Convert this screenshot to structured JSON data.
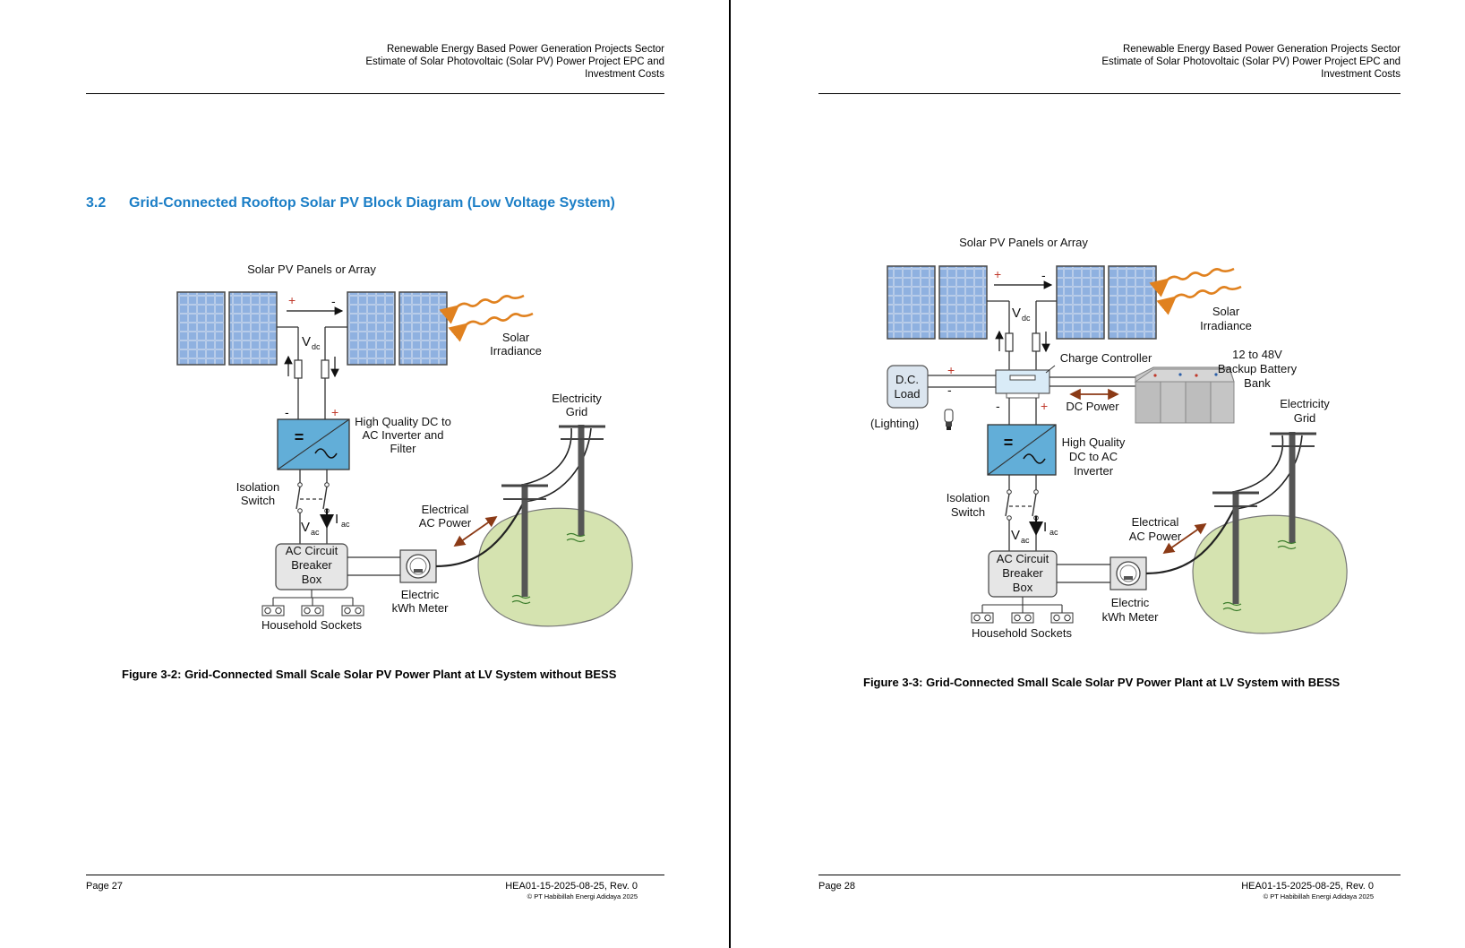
{
  "header": {
    "line1": "Renewable Energy Based Power Generation Projects Sector",
    "line2": "Estimate of Solar Photovoltaic (Solar PV) Power Project EPC and",
    "line3": "Investment Costs"
  },
  "left_page": {
    "section_number": "3.2",
    "section_title": "Grid-Connected Rooftop Solar PV Block Diagram (Low Voltage System)",
    "diagram": {
      "panels_label": "Solar PV Panels or Array",
      "plus": "+",
      "minus": "-",
      "vdc": "V",
      "vdc_sub": "dc",
      "irradiance_1": "Solar",
      "irradiance_2": "Irradiance",
      "inverter_1": "High Quality DC to",
      "inverter_2": "AC Inverter and",
      "inverter_3": "Filter",
      "grid_1": "Electricity",
      "grid_2": "Grid",
      "isolation_1": "Isolation",
      "isolation_2": "Switch",
      "iac": "I",
      "iac_sub": "ac",
      "vac": "V",
      "vac_sub": "ac",
      "elec_power_1": "Electrical",
      "elec_power_2": "AC Power",
      "breaker_1": "AC Circuit",
      "breaker_2": "Breaker",
      "breaker_3": "Box",
      "meter_1": "Electric",
      "meter_2": "kWh Meter",
      "sockets": "Household Sockets"
    },
    "figure_caption": "Figure 3-2: Grid-Connected Small Scale Solar PV Power Plant at LV System without BESS",
    "footer": {
      "page": "Page 27",
      "doc_id": "HEA01-15-2025-08-25, Rev. 0",
      "copyright": "© PT Habibillah Energi Adidaya 2025"
    }
  },
  "right_page": {
    "diagram": {
      "panels_label": "Solar PV Panels or Array",
      "plus": "+",
      "minus": "-",
      "vdc": "V",
      "vdc_sub": "dc",
      "irradiance_1": "Solar",
      "irradiance_2": "Irradiance",
      "dc_load_1": "D.C.",
      "dc_load_2": "Load",
      "lighting": "(Lighting)",
      "charge_controller": "Charge Controller",
      "battery_1": "12 to 48V",
      "battery_2": "Backup Battery",
      "battery_3": "Bank",
      "dc_power": "DC Power",
      "grid_1": "Electricity",
      "grid_2": "Grid",
      "inverter_1": "High Quality",
      "inverter_2": "DC to AC",
      "inverter_3": "Inverter",
      "isolation_1": "Isolation",
      "isolation_2": "Switch",
      "iac": "I",
      "iac_sub": "ac",
      "vac": "V",
      "vac_sub": "ac",
      "elec_power_1": "Electrical",
      "elec_power_2": "AC Power",
      "breaker_1": "AC Circuit",
      "breaker_2": "Breaker",
      "breaker_3": "Box",
      "meter_1": "Electric",
      "meter_2": "kWh Meter",
      "sockets": "Household Sockets"
    },
    "figure_caption": "Figure 3-3: Grid-Connected Small Scale Solar PV Power Plant at LV System with BESS",
    "footer": {
      "page": "Page 28",
      "doc_id": "HEA01-15-2025-08-25, Rev. 0",
      "copyright": "© PT Habibillah Energi Adidaya 2025"
    }
  }
}
